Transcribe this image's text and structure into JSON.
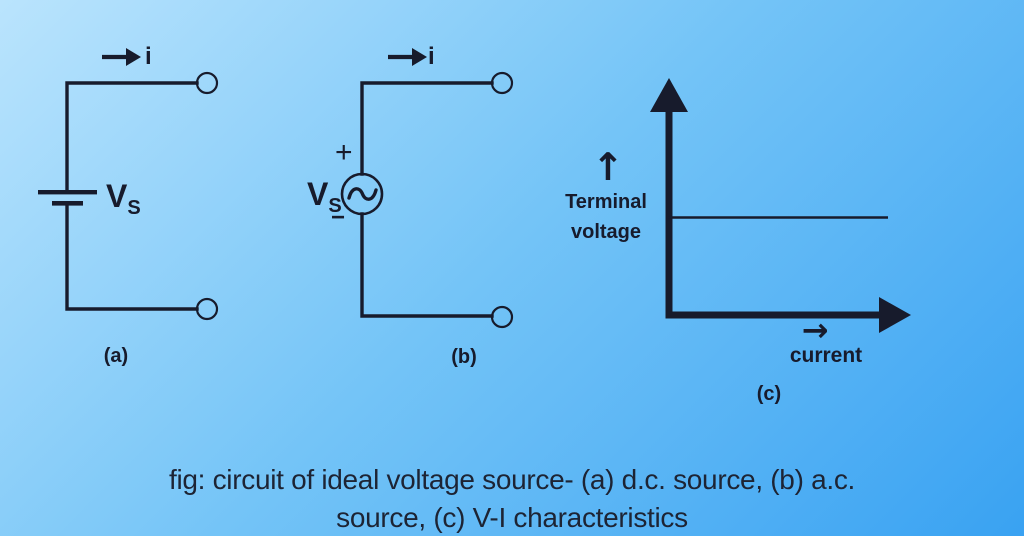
{
  "colors": {
    "bg_top": "#bae4fd",
    "bg_mid": "#74c4f7",
    "bg_bottom": "#39a2f2",
    "ink": "#171b2c",
    "text": "#1d2434"
  },
  "circuit_a": {
    "current_label": "i",
    "source_label": "V",
    "source_label_sub": "S",
    "label": "(a)"
  },
  "circuit_b": {
    "current_label": "i",
    "plus_sign": "+",
    "minus_sign": "−",
    "source_label": "V",
    "source_label_sub": "S",
    "label": "(b)"
  },
  "graph_c": {
    "up_arrow": "↑",
    "y_label_line1": "Terminal",
    "y_label_line2": "voltage",
    "right_arrow": "→",
    "x_label": "current",
    "label": "(c)"
  },
  "caption": {
    "line1": "fig: circuit of ideal voltage source- (a) d.c. source, (b) a.c.",
    "line2": "source, (c) V-I characteristics"
  }
}
